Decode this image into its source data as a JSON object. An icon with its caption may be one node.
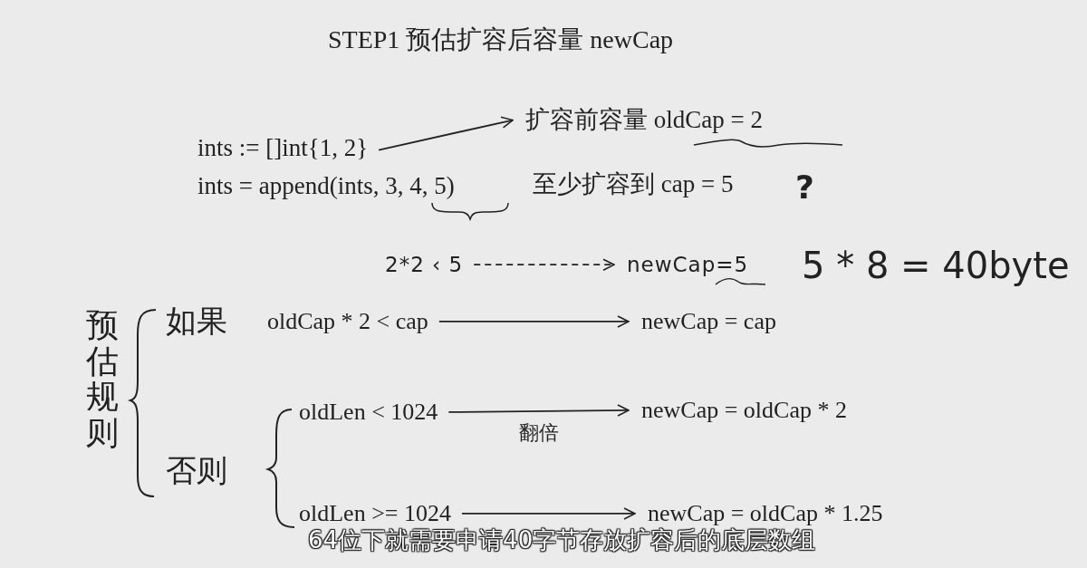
{
  "diagram": {
    "title": "STEP1 预估扩容后容量 newCap",
    "caption": "64位下就需要申请40字节存放扩容后的底层数组",
    "nodes": [
      {
        "text": [
          "ints := []int{1, 2}"
        ]
      },
      {
        "text": [
          "扩容前容量 oldCap = 2"
        ]
      },
      {
        "text": [
          "2*2 ‹ 5"
        ]
      },
      {
        "text": [
          "newCap=5"
        ]
      },
      {
        "text": [
          "oldCap * 2 < cap"
        ]
      },
      {
        "text": [
          "newCap = cap"
        ]
      },
      {
        "text": [
          "oldLen < 1024"
        ]
      },
      {
        "text": [
          "newCap = oldCap * 2"
        ]
      },
      {
        "text": [
          "oldLen >= 1024"
        ]
      },
      {
        "text": [
          "newCap = oldCap * 1.25"
        ]
      }
    ],
    "edges": [
      {
        "from": 0,
        "to": 1,
        "arrow": "to"
      },
      {
        "from": 2,
        "to": 3,
        "arrow": "to",
        "style": "dashed"
      },
      {
        "from": 4,
        "to": 5,
        "arrow": "to"
      },
      {
        "from": 6,
        "to": 7,
        "arrow": "to",
        "label": "翻倍"
      },
      {
        "from": 8,
        "to": 9,
        "arrow": "to"
      }
    ],
    "labels": [
      "ints = append(ints, 3, 4, 5)",
      "至少扩容到 cap = 5",
      "?",
      "5 * 8 = 40byte",
      "预估规则",
      "如果",
      "否则"
    ]
  }
}
